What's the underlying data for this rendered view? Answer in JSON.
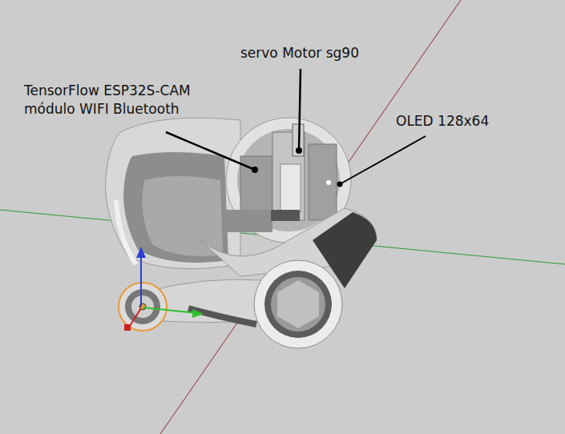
{
  "diagram": {
    "labels": [
      "servo Motor sg90",
      "TensorFlow ESP32S-CAM módulo WIFI Bluetooth",
      "OLED 128x64"
    ]
  }
}
